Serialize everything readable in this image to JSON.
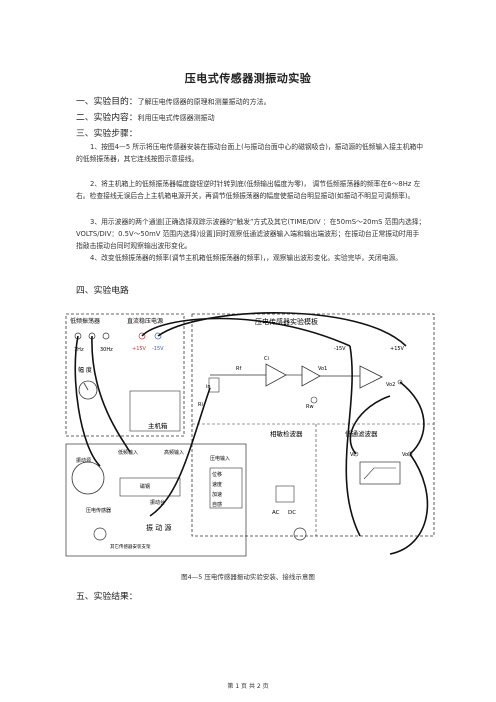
{
  "doc": {
    "title": "压电式传感器测振动实验",
    "sec1_heading": "一、实验目的：",
    "sec1_text": "了解压电传感器的原理和测量振动的方法。",
    "sec2_heading": "二、实验内容：",
    "sec2_text": "利用压电式传感器测振动",
    "sec3_heading": "三、实验步骤：",
    "step1": "1、按图4—5 所示将压电传感器安装在振动台面上(与振动台面中心的磁钢吸合)，振动源的低频输入接主机箱中的低频振荡器，其它连线按图示意接线。",
    "step2": "2、将主机箱上的低频振荡器幅度旋钮逆时针转到底(低频输出幅度为零)， 调节低频振荡器的频率在6～8Hz 左右。检查接线无误后合上主机箱电源开关，再调节低频振荡器的幅度使振动台明显振动(如振动不明显可调频率)。",
    "step3": "3、用示波器的两个通道[正确选择双踪示波器的“触发”方式及其它(TIME/DIV ：在50mS～20mS 范围内选择；VOLTS/DIV：0.5V～50mV 范围内选择)设置]同时观察低通滤波器输入端和输出端波形；在振动台正常振动时用手指敲击振动台同时观察输出波形变化。",
    "step4": "4、改变低频振荡器的频率(调节主机箱低频振荡器的频率)，，观察输出波形变化。实验完毕，关闭电源。",
    "sec4_heading": "四、实验电路",
    "figure_caption": "图4—5 压电传感器振动实验安装、接线示意图",
    "sec5_heading": "五、实验结果：",
    "footer": "第 1 页 共 2 页"
  },
  "diagram": {
    "mainbox_labels": {
      "lowfreq_osc": "低频振荡器",
      "dc_supply": "直流稳压电源",
      "f1": "1Hz",
      "f2": "30Hz",
      "v_plus": "+15V",
      "v_minus": "-15V",
      "amplitude": "幅 度",
      "mainbox": "主机箱"
    },
    "template_title": "压电传感器实验模板",
    "template_labels": {
      "minus15": "-15V",
      "plus15": "+15V",
      "ci": "Ci",
      "rf": "Rf",
      "ri": "Ri",
      "vo1": "Vo1",
      "vo2": "Vo2",
      "rw": "Rw",
      "in": "in",
      "phase_detector": "相敏检波器",
      "lowpass": "低通滤波器",
      "ac": "AC",
      "dc": "DC",
      "vi": "Vi",
      "vo": "Vo"
    },
    "vib_labels": {
      "vib_source": "振动源",
      "low_input": "低频输入",
      "high_input": "高频输入",
      "sensor_input": "压电输入",
      "piezo_sensor": "压电传感器",
      "armature": "磁钢",
      "table": "振动台",
      "vibration_source_bottom": "振 动 源",
      "other_sensors": "其它传感器安装支架",
      "disp_terminal": "位移",
      "speed_terminal": "速度",
      "accel_terminal": "加速",
      "self_coil": "自感"
    }
  }
}
